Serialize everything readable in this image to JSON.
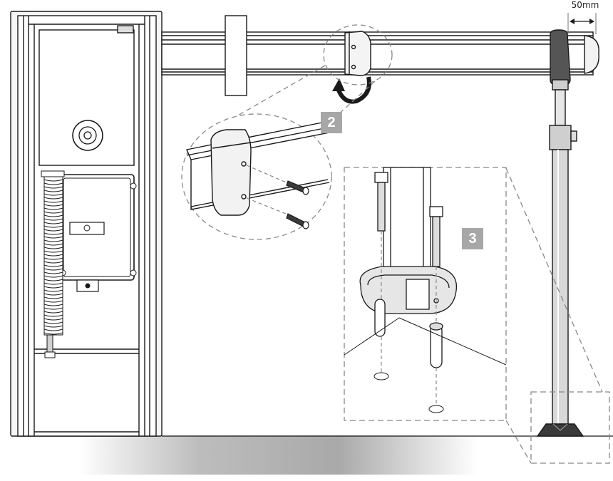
{
  "steps": {
    "step2": "2",
    "step3": "3"
  },
  "dimension": {
    "offset_label": "50mm"
  },
  "colors": {
    "line": "#1a1a1a",
    "callout_bg": "#a7a7a7",
    "part_light": "#eeeeee",
    "part_mid": "#cfcfcf",
    "part_dark": "#3a3a3a",
    "dash": "#888888"
  }
}
